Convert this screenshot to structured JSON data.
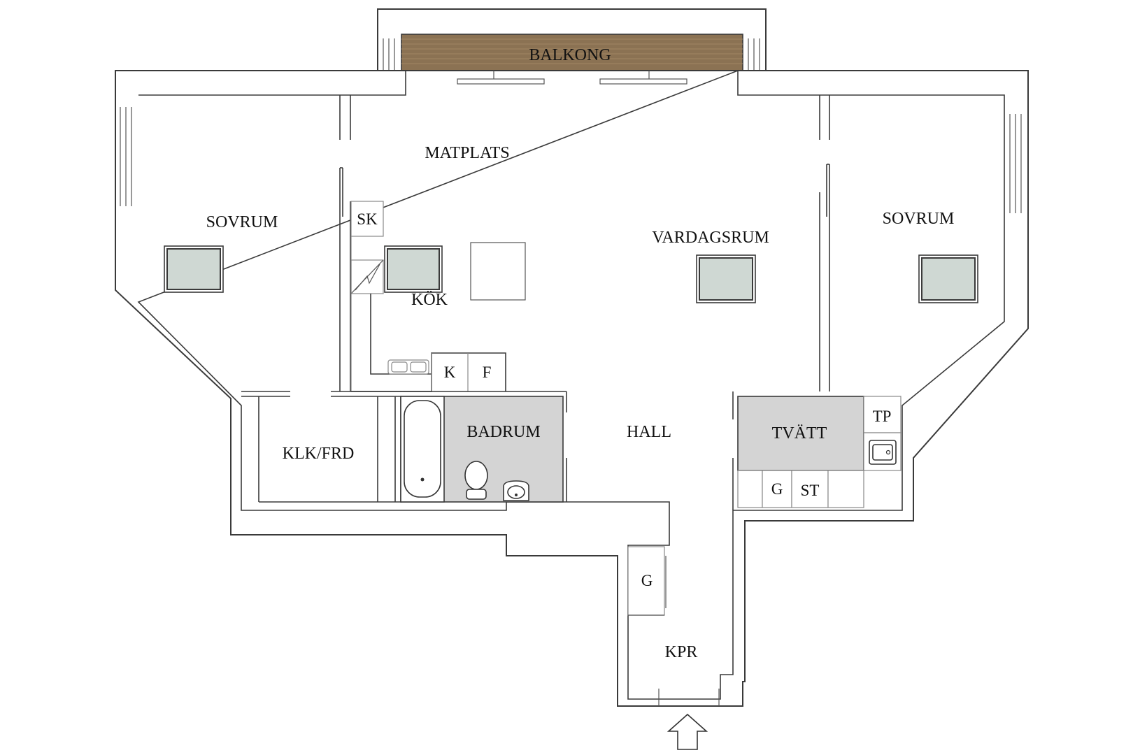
{
  "plan": {
    "rooms": {
      "balcony": "BALKONG",
      "dining": "MATPLATS",
      "bedroom_left": "SOVRUM",
      "bedroom_right": "SOVRUM",
      "living": "VARDAGSRUM",
      "kitchen": "KÖK",
      "bathroom": "BADRUM",
      "hall": "HALL",
      "laundry": "TVÄTT",
      "closet": "KLK/FRD",
      "coat_room": "KPR"
    },
    "cabinets": {
      "sk": "SK",
      "k": "K",
      "f": "F",
      "tp": "TP",
      "g_laundry": "G",
      "st": "ST",
      "g_entry": "G"
    },
    "colors": {
      "balcony_deck": "#8b7253",
      "wet_room": "#d4d4d4",
      "window_glass": "#cfd8d3",
      "wall": "#3a3a3a"
    }
  }
}
